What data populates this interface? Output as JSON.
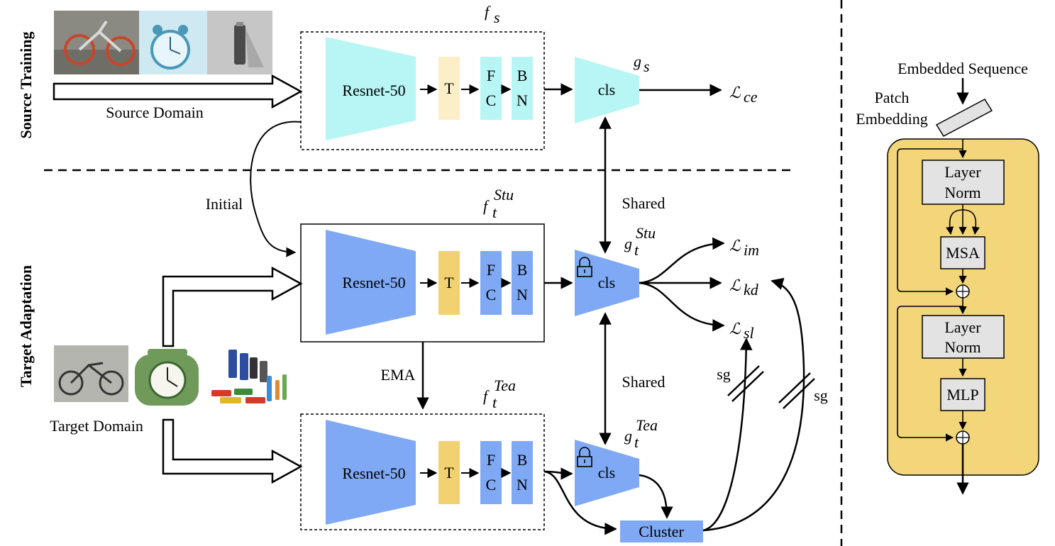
{
  "sections": {
    "source_training": "Source Training",
    "target_adaptation": "Target Adaptation"
  },
  "domains": {
    "source": "Source  Domain",
    "target": "Target  Domain"
  },
  "blocks": {
    "resnet": "Resnet-50",
    "transform": "T",
    "fc_line1": "F",
    "fc_line2": "C",
    "bn_line1": "B",
    "bn_line2": "N",
    "classifier": "cls",
    "cluster": "Cluster"
  },
  "arrow_labels": {
    "initial": "Initial",
    "shared": "Shared",
    "ema": "EMA",
    "stop_grad": "sg"
  },
  "math_labels": {
    "f_s": {
      "base": "f",
      "sub": "s",
      "sup": ""
    },
    "g_s": {
      "base": "g",
      "sub": "s",
      "sup": ""
    },
    "f_stu": {
      "base": "f",
      "sub": "t",
      "sup": "Stu"
    },
    "g_stu": {
      "base": "g",
      "sub": "t",
      "sup": "Stu"
    },
    "f_tea": {
      "base": "f",
      "sub": "t",
      "sup": "Tea"
    },
    "g_tea": {
      "base": "g",
      "sub": "t",
      "sup": "Tea"
    }
  },
  "losses": {
    "ce": {
      "base": "ℒ",
      "sub": "ce"
    },
    "im": {
      "base": "ℒ",
      "sub": "im"
    },
    "kd": {
      "base": "ℒ",
      "sub": "kd"
    },
    "sl": {
      "base": "ℒ",
      "sub": "sl"
    }
  },
  "transformer": {
    "input": "Embedded Sequence",
    "patch_line1": "Patch",
    "patch_line2": "Embedding",
    "ln1_line1": "Layer",
    "ln1_line2": "Norm",
    "msa": "MSA",
    "ln2_line1": "Layer",
    "ln2_line2": "Norm",
    "mlp": "MLP"
  },
  "colors": {
    "source_block": "#b8f5f5",
    "transform_source": "#fcefc8",
    "target_block": "#7fa9f5",
    "transform_target": "#f2d270",
    "transformer_bg": "#f3d57a",
    "transformer_box": "#e3e3e3"
  }
}
